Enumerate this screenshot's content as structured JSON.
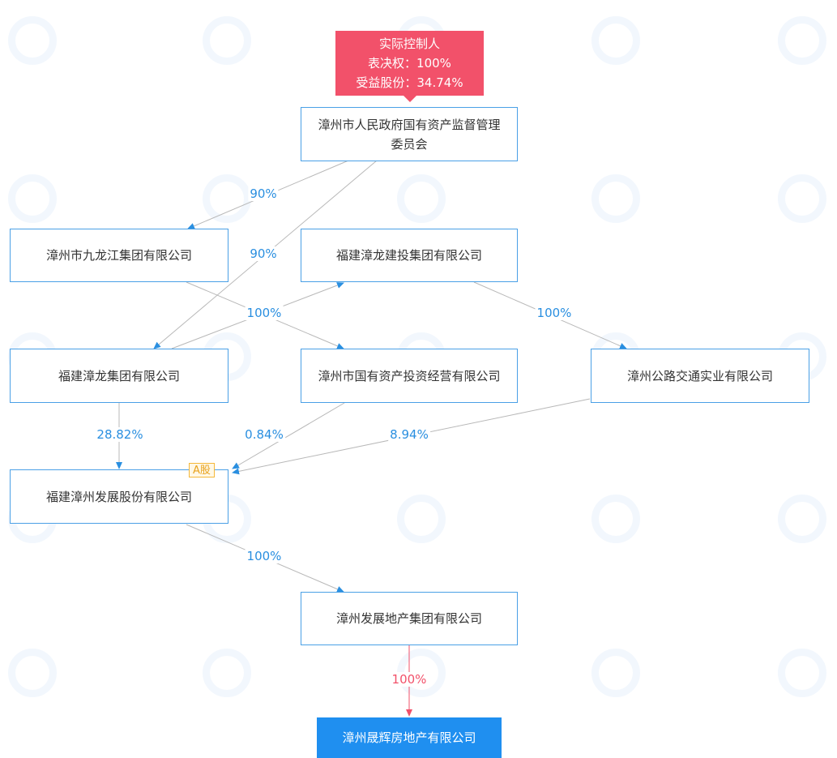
{
  "controller": {
    "title": "实际控制人",
    "voting_right": "表决权：100%",
    "beneficial_shares": "受益股份：34.74%"
  },
  "nodes": {
    "sasac": "漳州市人民政府国有资产监督管理委员会",
    "jiulongjiang": "漳州市九龙江集团有限公司",
    "zhanglong_construction": "福建漳龙建投集团有限公司",
    "zhanglong_group": "福建漳龙集团有限公司",
    "state_investment": "漳州市国有资产投资经营有限公司",
    "highway": "漳州公路交通实业有限公司",
    "zhangzhou_development": "福建漳州发展股份有限公司",
    "real_estate_group": "漳州发展地产集团有限公司",
    "target": "漳州晟辉房地产有限公司"
  },
  "badge": "A股",
  "edges": {
    "sasac_to_jiulongjiang": "90%",
    "sasac_to_zhanglong_group": "90%",
    "jiulongjiang_to_state_investment": "100%",
    "zhanglong_construction_to_highway": "100%",
    "zhanglong_group_to_development": "28.82%",
    "state_investment_to_development": "0.84%",
    "highway_to_development": "8.94%",
    "development_to_real_estate": "100%",
    "real_estate_to_target": "100%"
  },
  "colors": {
    "node_border": "#4aa0e6",
    "edge_label": "#2a8fe0",
    "controller": "#f2516a",
    "target": "#1f8ff0",
    "badge": "#f5b83a"
  }
}
